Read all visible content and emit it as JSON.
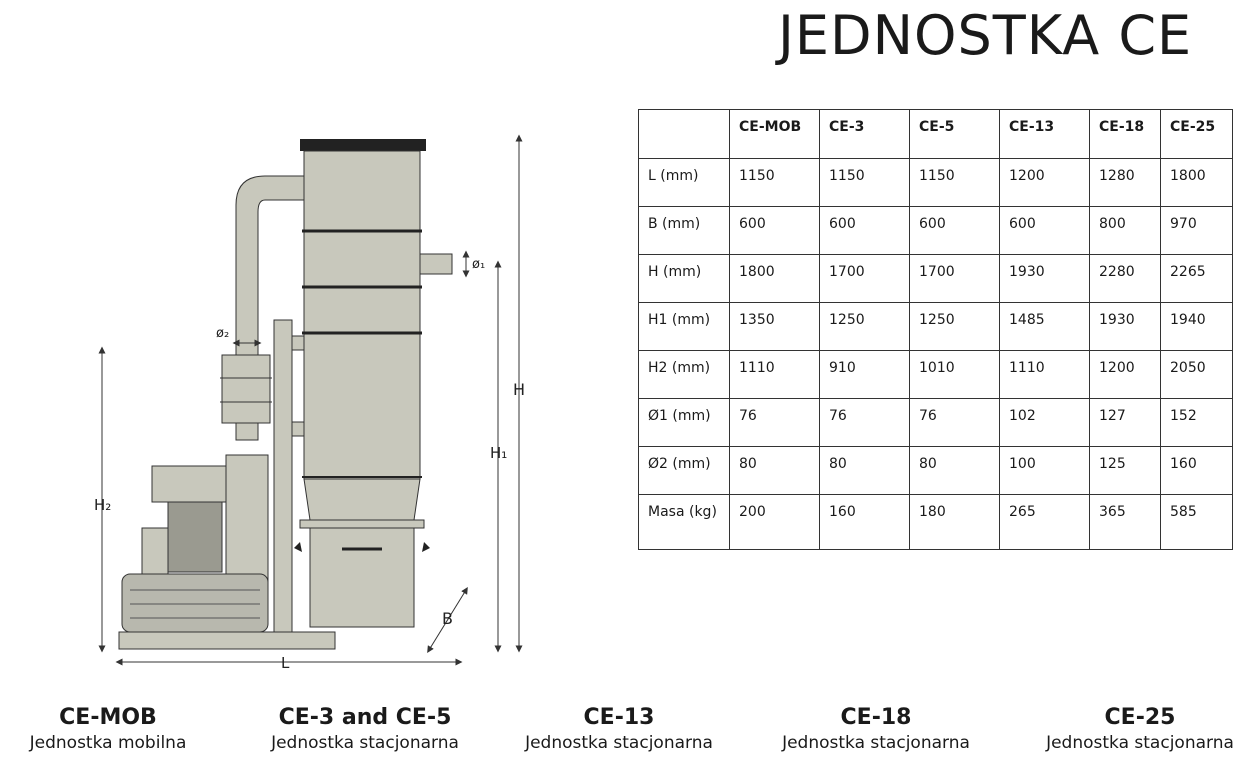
{
  "title": "JEDNOSTKA CE",
  "drawing": {
    "labels": {
      "d1": "ø₁",
      "d2": "ø₂",
      "h": "H",
      "h1": "H₁",
      "h2": "H₂",
      "b": "B",
      "l": "L"
    }
  },
  "table": {
    "headers": [
      "",
      "CE-MOB",
      "CE-3",
      "CE-5",
      "CE-13",
      "CE-18",
      "CE-25"
    ],
    "rows": [
      {
        "label": "L (mm)",
        "values": [
          "1150",
          "1150",
          "1150",
          "1200",
          "1280",
          "1800"
        ]
      },
      {
        "label": "B (mm)",
        "values": [
          "600",
          "600",
          "600",
          "600",
          "800",
          "970"
        ]
      },
      {
        "label": "H (mm)",
        "values": [
          "1800",
          "1700",
          "1700",
          "1930",
          "2280",
          "2265"
        ]
      },
      {
        "label": "H1 (mm)",
        "values": [
          "1350",
          "1250",
          "1250",
          "1485",
          "1930",
          "1940"
        ]
      },
      {
        "label": "H2 (mm)",
        "values": [
          "1110",
          "910",
          "1010",
          "1110",
          "1200",
          "2050"
        ]
      },
      {
        "label": "Ø1 (mm)",
        "values": [
          "76",
          "76",
          "76",
          "102",
          "127",
          "152"
        ]
      },
      {
        "label": "Ø2 (mm)",
        "values": [
          "80",
          "80",
          "80",
          "100",
          "125",
          "160"
        ]
      },
      {
        "label": "Masa (kg)",
        "values": [
          "200",
          "160",
          "180",
          "265",
          "365",
          "585"
        ]
      }
    ]
  },
  "footer": [
    {
      "name": "CE-MOB",
      "desc": "Jednostka mobilna"
    },
    {
      "name": "CE-3 and CE-5",
      "desc": "Jednostka stacjonarna"
    },
    {
      "name": "CE-13",
      "desc": "Jednostka stacjonarna"
    },
    {
      "name": "CE-18",
      "desc": "Jednostka stacjonarna"
    },
    {
      "name": "CE-25",
      "desc": "Jednostka stacjonarna"
    }
  ]
}
